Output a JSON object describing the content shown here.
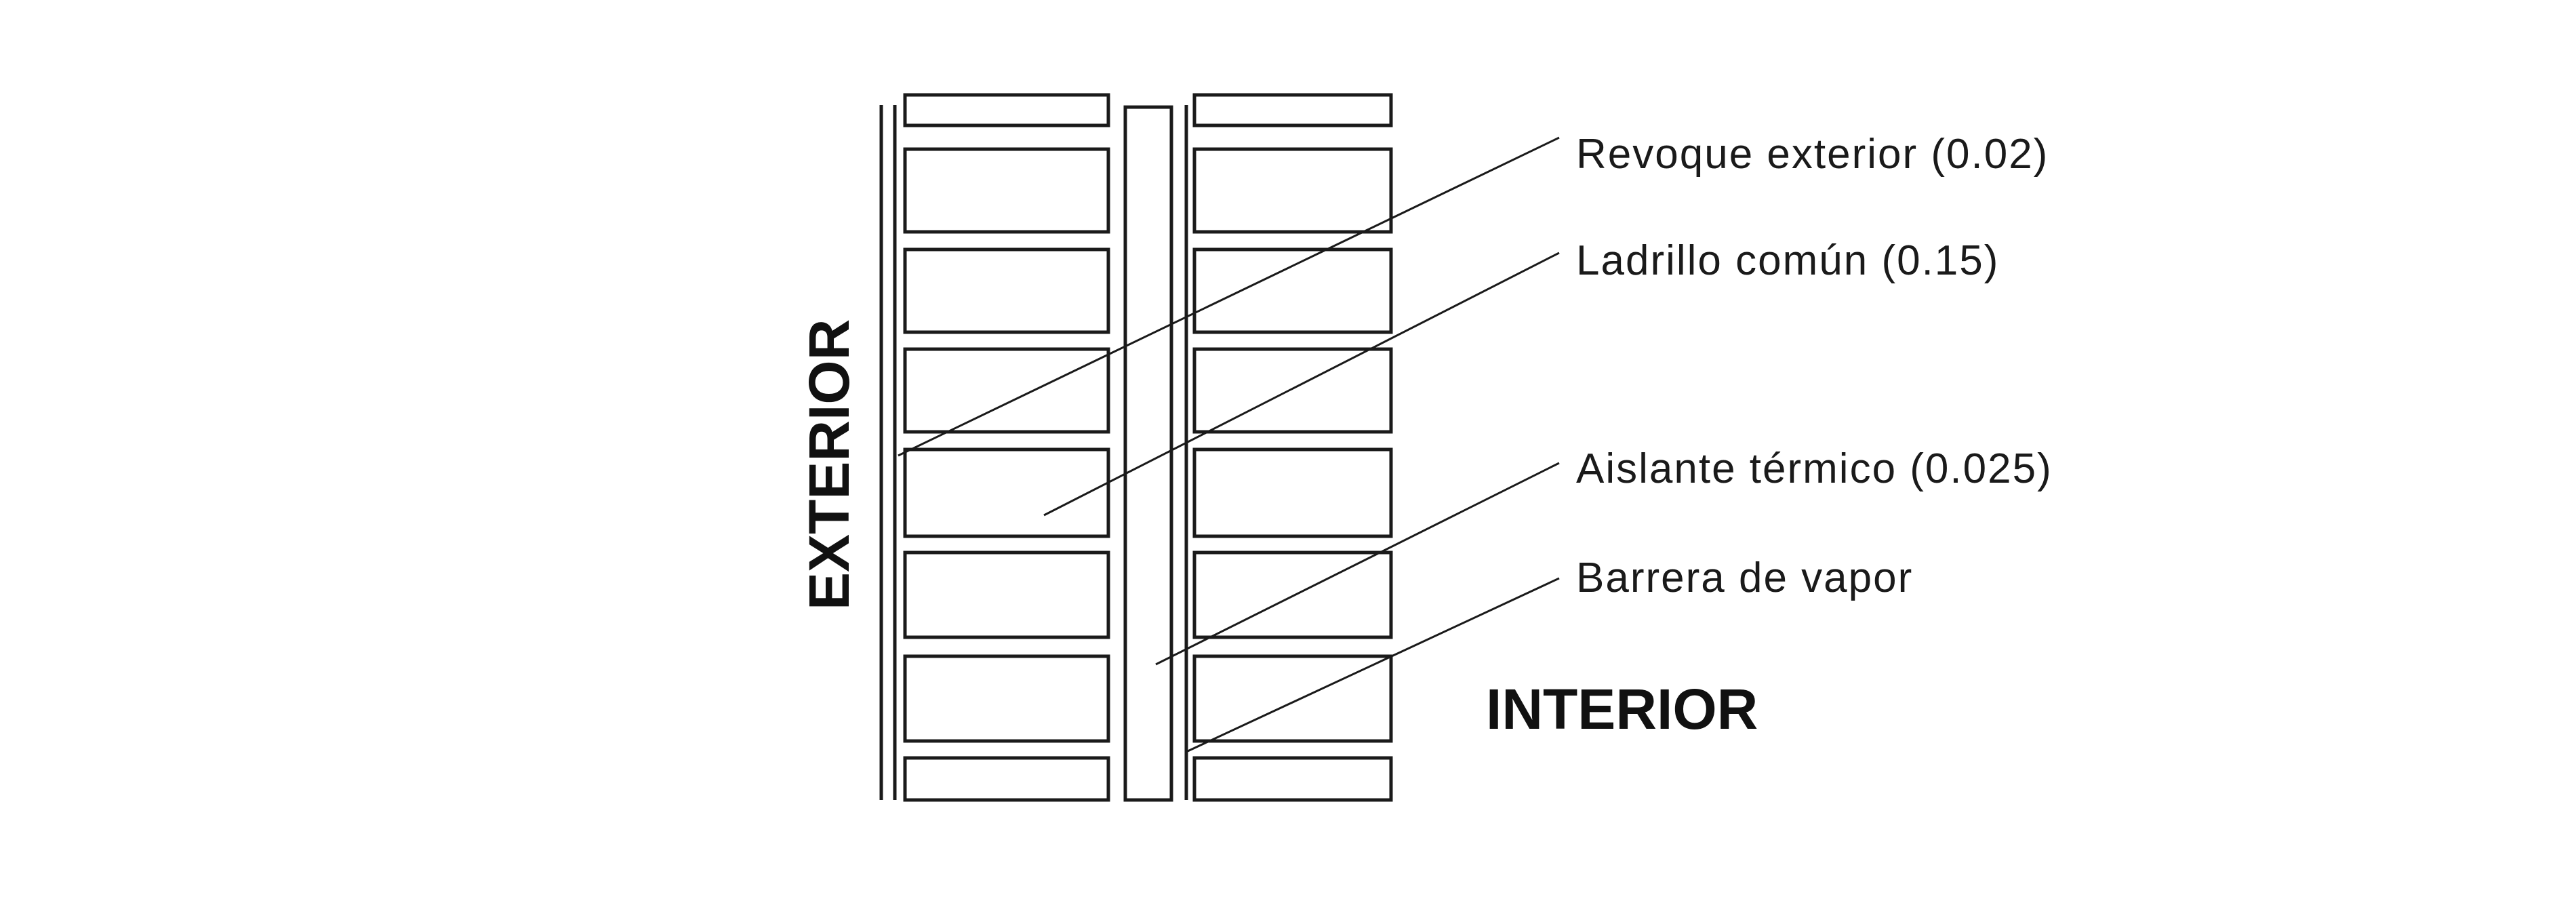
{
  "diagram": {
    "side_labels": {
      "exterior": "EXTERIOR",
      "interior": "INTERIOR"
    },
    "layer_labels": [
      "Revoque exterior (0.02)",
      "Ladrillo común (0.15)",
      "Aislante térmico (0.025)",
      "Barrera de vapor"
    ],
    "line_color": "#1a1a1a"
  }
}
